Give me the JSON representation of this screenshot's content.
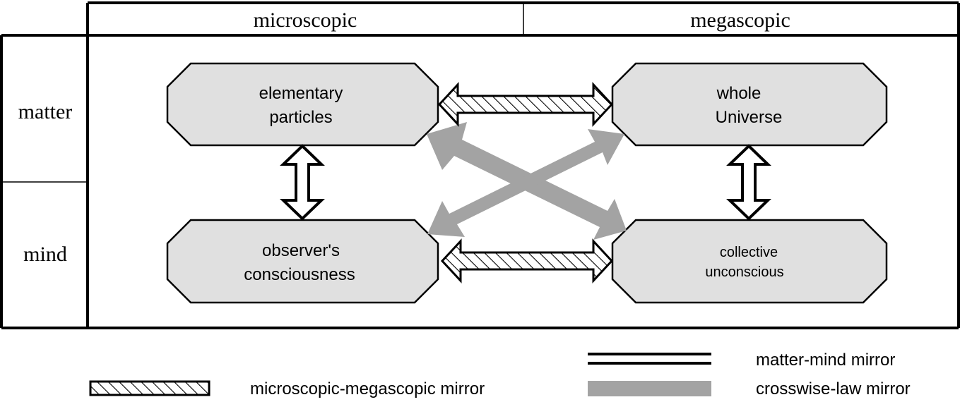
{
  "columns": {
    "micro": "microscopic",
    "mega": "megascopic"
  },
  "rows": {
    "matter": "matter",
    "mind": "mind"
  },
  "nodes": {
    "elementary": [
      "elementary",
      "particles"
    ],
    "universe": [
      "whole",
      "Universe"
    ],
    "observer": [
      "observer's",
      "consciousness"
    ],
    "collective": [
      "collective",
      "unconscious"
    ]
  },
  "legend": {
    "matter_mind": "matter-mind mirror",
    "micro_mega": "microscopic-megascopic mirror",
    "crosswise": "crosswise-law mirror"
  },
  "colors": {
    "node_fill": "#e0e0e0",
    "crosswise_gray": "#a3a3a3",
    "line": "#000000"
  }
}
